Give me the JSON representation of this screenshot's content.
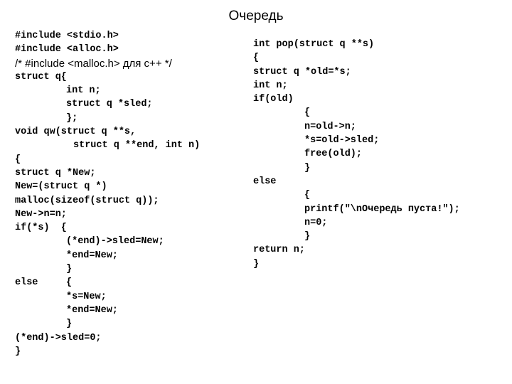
{
  "page_title": "Очередь",
  "left_code": [
    {
      "text": "#include <stdio.h>",
      "indent": 0
    },
    {
      "text": "#include <alloc.h>",
      "indent": 0
    },
    {
      "text": "/* #include <malloc.h> для c++ */",
      "indent": 0,
      "style": "sans"
    },
    {
      "text": "struct q{",
      "indent": 0
    },
    {
      "text": "int n;",
      "indent": 72
    },
    {
      "text": "struct q *sled;",
      "indent": 72
    },
    {
      "text": "};",
      "indent": 72
    },
    {
      "text": "void qw(struct q **s,",
      "indent": 0
    },
    {
      "text": "struct q **end, int n)",
      "indent": 82
    },
    {
      "text": "{",
      "indent": 0
    },
    {
      "text": "struct q *New;",
      "indent": 0
    },
    {
      "text": "New=(struct q *)",
      "indent": 0
    },
    {
      "text": "malloc(sizeof(struct q));",
      "indent": 0
    },
    {
      "text": "New->n=n;",
      "indent": 0
    },
    {
      "text": "if(*s)  {",
      "indent": 0
    },
    {
      "text": "(*end)->sled=New;",
      "indent": 72
    },
    {
      "text": "*end=New;",
      "indent": 72
    },
    {
      "text": "}",
      "indent": 72
    },
    {
      "text": "else",
      "indent": 0,
      "tail": "{"
    },
    {
      "text": "*s=New;",
      "indent": 72
    },
    {
      "text": "*end=New;",
      "indent": 72
    },
    {
      "text": "}",
      "indent": 72
    },
    {
      "text": "(*end)->sled=0;",
      "indent": 0
    },
    {
      "text": "}",
      "indent": 0
    }
  ],
  "right_code": [
    {
      "text": "int pop(struct q **s)",
      "indent": 0
    },
    {
      "text": "{",
      "indent": 0
    },
    {
      "text": "struct q *old=*s;",
      "indent": 0
    },
    {
      "text": "int n;",
      "indent": 0
    },
    {
      "text": "if(old)",
      "indent": 0
    },
    {
      "text": "{",
      "indent": 72
    },
    {
      "text": "n=old->n;",
      "indent": 72
    },
    {
      "text": "*s=old->sled;",
      "indent": 72
    },
    {
      "text": "free(old);",
      "indent": 72
    },
    {
      "text": "}",
      "indent": 72
    },
    {
      "text": "else",
      "indent": 0
    },
    {
      "text": "{",
      "indent": 72
    },
    {
      "text": "printf(\"\\nОчередь пуста!\");",
      "indent": 72
    },
    {
      "text": "n=0;",
      "indent": 72
    },
    {
      "text": "}",
      "indent": 72
    },
    {
      "text": "return n;",
      "indent": 0
    },
    {
      "text": "}",
      "indent": 0
    }
  ]
}
